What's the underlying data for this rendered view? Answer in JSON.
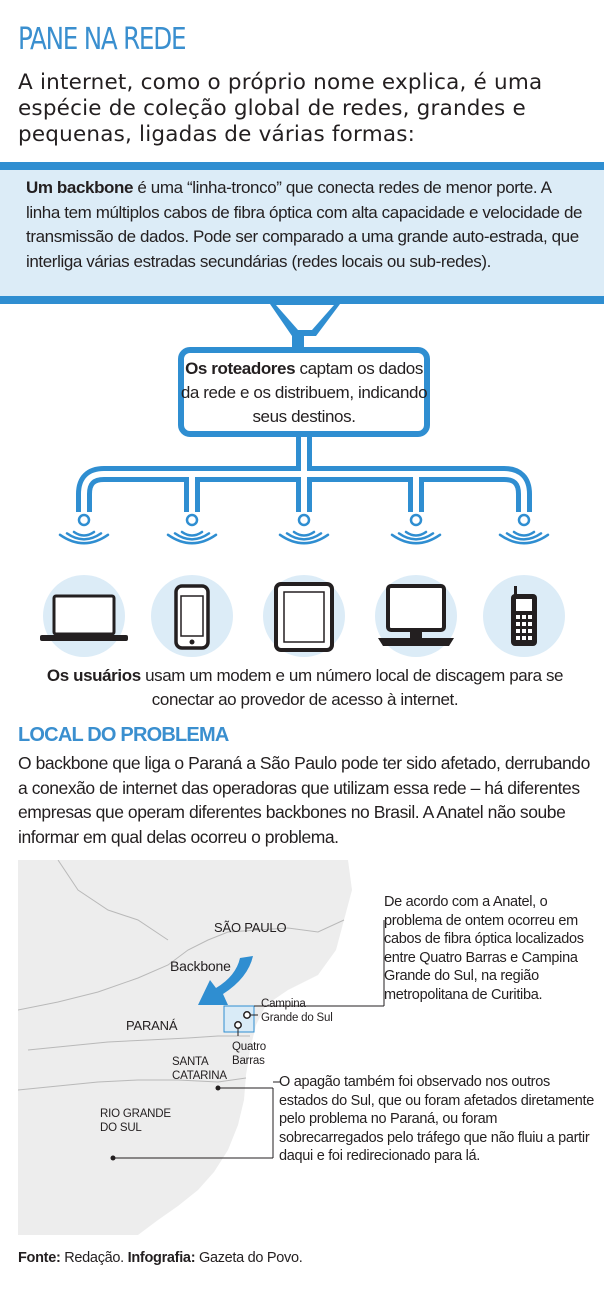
{
  "title": "PANE NA REDE",
  "intro": "A internet, como o próprio nome explica, é uma espécie de coleção global de redes, grandes e pequenas, ligadas de várias formas:",
  "backbone": {
    "bold": "Um backbone",
    "text": " é uma “linha-tronco” que conecta redes de menor porte. A linha tem múltiplos cabos de fibra óptica com alta capacidade e velocidade de transmissão de dados. Pode ser comparado a uma grande auto-estrada, que interliga várias estradas secundárias (redes locais ou sub-redes)."
  },
  "router": {
    "bold": "Os roteadores",
    "text": " captam os dados da rede e os distribuem, indicando seus destinos."
  },
  "devices": [
    "laptop-icon",
    "smartphone-icon",
    "tablet-icon",
    "desktop-computer-icon",
    "mobile-phone-icon"
  ],
  "users": {
    "bold": "Os usuários",
    "text": " usam um modem e um número local de discagem para se conectar ao provedor de acesso à internet."
  },
  "local": {
    "title": "LOCAL DO PROBLEMA",
    "text": "O backbone que liga o Paraná a São Paulo pode ter sido afetado, derrubando a conexão de internet das operadoras que utilizam essa rede – há diferentes empresas que operam diferentes backbones no Brasil. A Anatel não soube informar em qual delas ocorreu o problema."
  },
  "map": {
    "sao_paulo": "SÃO PAULO",
    "backbone": "Backbone",
    "parana": "PARANÁ",
    "santa_catarina_1": "SANTA",
    "santa_catarina_2": "CATARINA",
    "rio_grande_1": "RIO GRANDE",
    "rio_grande_2": "DO SUL",
    "campina_1": "Campina",
    "campina_2": "Grande do Sul",
    "quatro_1": "Quatro",
    "quatro_2": "Barras"
  },
  "notes": {
    "anatel": "De acordo com a Anatel, o problema de ontem ocorreu em cabos de fibra óptica localizados entre Quatro Barras e Campina Grande do Sul, na região metropolitana de Curitiba.",
    "outros": "O apagão também foi observado nos outros estados do Sul, que ou foram afetados diretamente pelo problema no Paraná, ou foram sobrecarregados pelo tráfego que não fluiu a partir daqui e foi redirecionado para lá."
  },
  "fonte": {
    "fonte_label": "Fonte:",
    "fonte_value": " Redação. ",
    "info_label": "Infografia:",
    "info_value": " Gazeta do Povo."
  },
  "colors": {
    "accent": "#2f8ed1",
    "light": "#dcecf7",
    "map_fill": "#eeeeee"
  }
}
